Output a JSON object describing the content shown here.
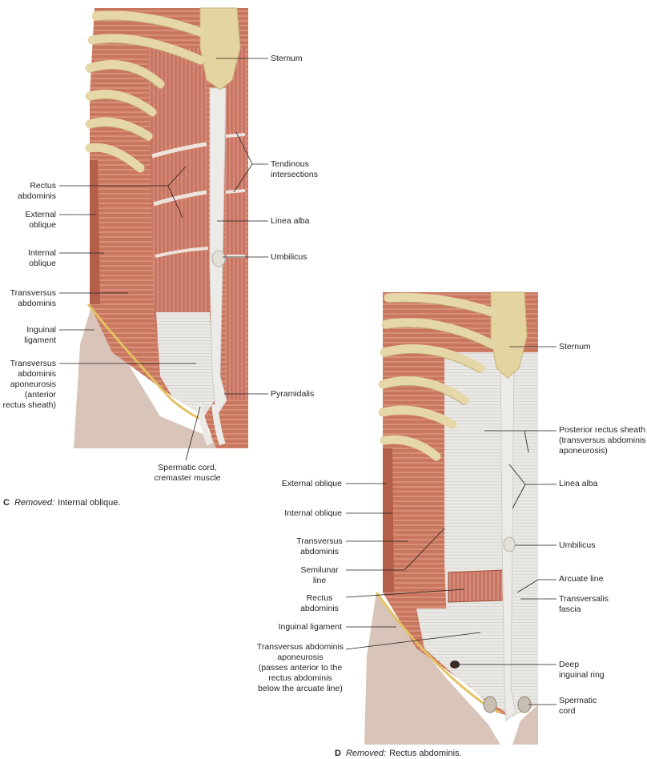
{
  "panel_c": {
    "labels": {
      "sternum": "Sternum",
      "tendinous": "Tendinous\nintersections",
      "linea_alba": "Linea alba",
      "umbilicus": "Umbilicus",
      "pyramidalis": "Pyramidalis",
      "rectus": "Rectus\nabdominis",
      "external_oblique": "External\noblique",
      "internal_oblique": "Internal\noblique",
      "transversus": "Transversus\nabdominis",
      "inguinal": "Inguinal\nligament",
      "ta_aponeurosis": "Transversus\nabdominis\naponeurosis\n(anterior\nrectus sheath)",
      "spermatic": "Spermatic cord,\ncremaster muscle"
    },
    "caption": {
      "letter": "C",
      "prefix": "Removed:",
      "text": "Internal oblique."
    }
  },
  "panel_d": {
    "labels": {
      "sternum": "Sternum",
      "posterior_sheath": "Posterior rectus sheath\n(transversus abdominis\naponeurosis)",
      "linea_alba": "Linea alba",
      "umbilicus": "Umbilicus",
      "arcuate": "Arcuate line",
      "transversalis": "Transversalis\nfascia",
      "deep_ring": "Deep\ninguinal ring",
      "spermatic": "Spermatic\ncord",
      "external_oblique": "External oblique",
      "internal_oblique": "Internal oblique",
      "transversus": "Transversus\nabdominis",
      "semilunar": "Semilunar\nline",
      "rectus": "Rectus\nabdominis",
      "inguinal": "Inguinal ligament",
      "ta_aponeurosis": "Transversus abdominis\naponeurosis\n(passes anterior to the\nrectus abdominis\nbelow the arcuate line)"
    },
    "caption": {
      "letter": "D",
      "prefix": "Removed:",
      "text": "Rectus abdominis."
    }
  },
  "colors": {
    "muscle": "#c9765f",
    "rib": "#e6d7a8",
    "aponeurosis": "#e8e6e1",
    "skin": "#d8c3b8",
    "line": "#231f20"
  }
}
